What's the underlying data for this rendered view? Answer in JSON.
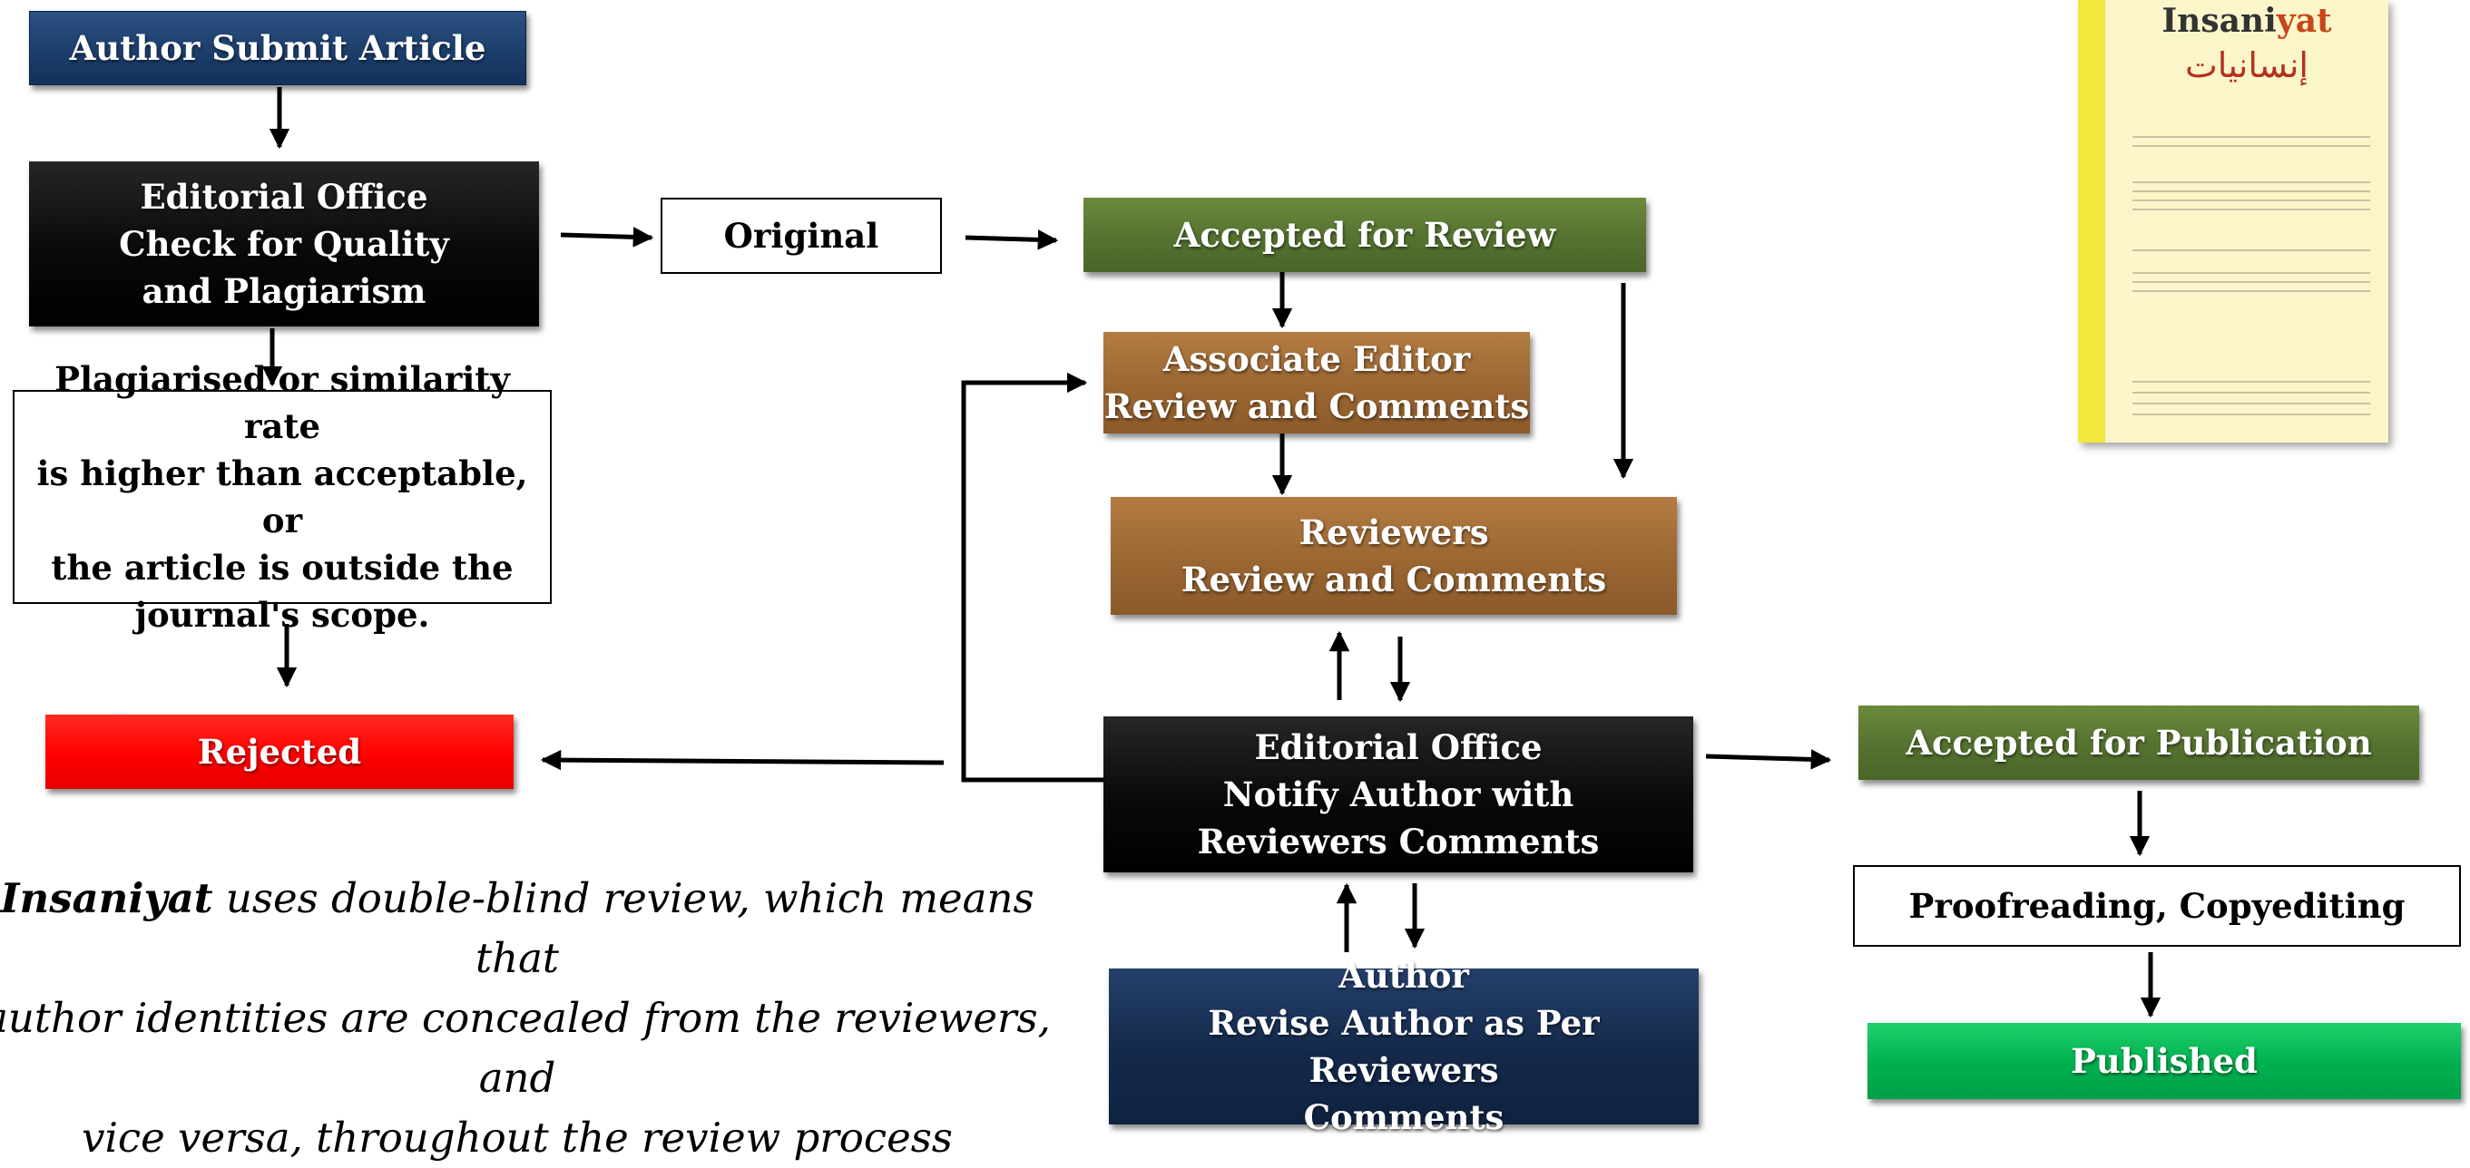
{
  "nodes": {
    "submit": "Author Submit Article",
    "editorial_check": "Editorial Office\nCheck for Quality\nand Plagiarism",
    "plagiarised": "Plagiarised or similarity rate\nis higher than acceptable, or\nthe article is outside the\njournal's scope.",
    "rejected": "Rejected",
    "original": "Original",
    "accepted_review": "Accepted for Review",
    "associate_editor": "Associate Editor\nReview and Comments",
    "reviewers": "Reviewers\nReview and Comments",
    "editorial_notify": "Editorial Office\nNotify Author with\nReviewers Comments",
    "author_revise": "Author\nRevise Author as Per Reviewers\nComments",
    "accepted_publication": "Accepted for Publication",
    "proofreading": "Proofreading, Copyediting",
    "published": "Published"
  },
  "note": {
    "journal": "Insaniyat",
    "text": " uses double-blind review, which means that\nauthor identities are concealed from the reviewers, and\nvice versa, throughout the review process"
  },
  "cover": {
    "title_main": "Insani",
    "title_accent": "yat",
    "arabic_title": "إنسانيات"
  },
  "colors": {
    "blue": "#1c3e6b",
    "black": "#0a0a0a",
    "green": "#557230",
    "brown": "#9a6632",
    "red": "#ff0000",
    "navy": "#14294a",
    "bright_green": "#00b050"
  }
}
